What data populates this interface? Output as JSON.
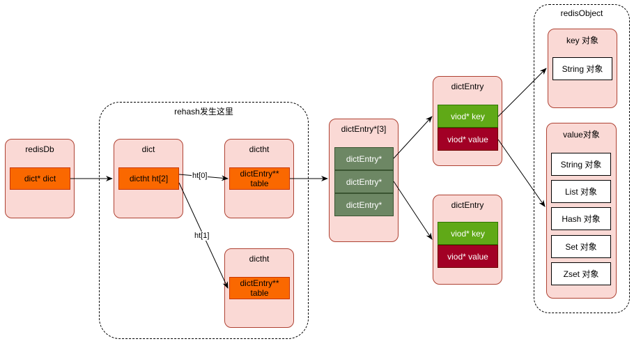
{
  "groups": {
    "rehash": {
      "label": "rehash发生这里"
    },
    "redis_object": {
      "label": "redisObject"
    }
  },
  "redisdb": {
    "title": "redisDb",
    "field": "dict* dict"
  },
  "dict": {
    "title": "dict",
    "field": "dictht ht[2]"
  },
  "dictht_0": {
    "title": "dictht",
    "field": "dictEntry**\ntable"
  },
  "dictht_1": {
    "title": "dictht",
    "field": "dictEntry**\ntable"
  },
  "entry_array": {
    "title": "dictEntry*[3]",
    "items": [
      "dictEntry*",
      "dictEntry*",
      "dictEntry*"
    ]
  },
  "dict_entry_top": {
    "title": "dictEntry",
    "key": "viod* key",
    "value": "viod* value"
  },
  "dict_entry_bottom": {
    "title": "dictEntry",
    "key": "viod* key",
    "value": "viod* value"
  },
  "key_object": {
    "title": "key 对象",
    "type": "String 对象"
  },
  "value_object": {
    "title": "value对象",
    "types": [
      "String 对象",
      "List 对象",
      "Hash 对象",
      "Set 对象",
      "Zset 对象"
    ]
  },
  "edge_labels": {
    "ht0": "ht[0]",
    "ht1": "ht[1]"
  },
  "colors": {
    "container_fill": "#fad9d5",
    "container_stroke": "#ae4132",
    "orange": "#fa6800",
    "dark_green": "#6d8764",
    "green": "#60a917",
    "crimson": "#a20025"
  }
}
